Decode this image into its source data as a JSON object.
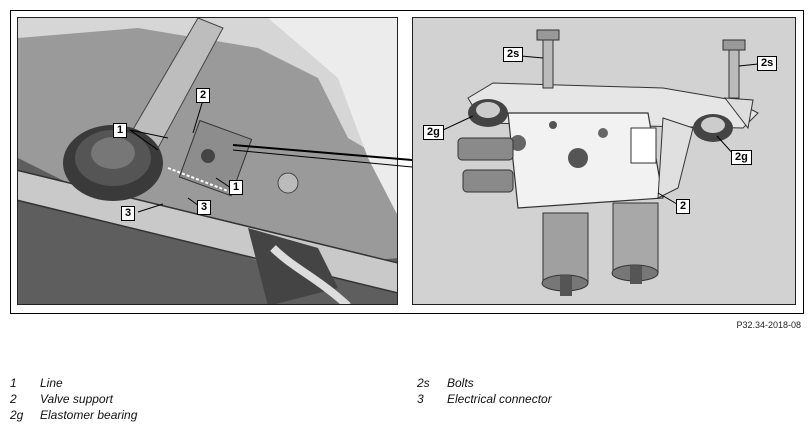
{
  "figure": {
    "left_callouts": {
      "c1a": "1",
      "c1b": "1",
      "c2": "2",
      "c3a": "3",
      "c3b": "3"
    },
    "right_callouts": {
      "c2s_left": "2s",
      "c2s_right": "2s",
      "c2g_left": "2g",
      "c2g_right": "2g",
      "c2": "2"
    },
    "reference_code": "P32.34-2018-08"
  },
  "legend": {
    "left": [
      {
        "key": "1",
        "text": "Line"
      },
      {
        "key": "2",
        "text": "Valve support"
      },
      {
        "key": "2g",
        "text": "Elastomer bearing"
      }
    ],
    "right": [
      {
        "key": "2s",
        "text": "Bolts"
      },
      {
        "key": "3",
        "text": "Electrical connector"
      }
    ]
  }
}
